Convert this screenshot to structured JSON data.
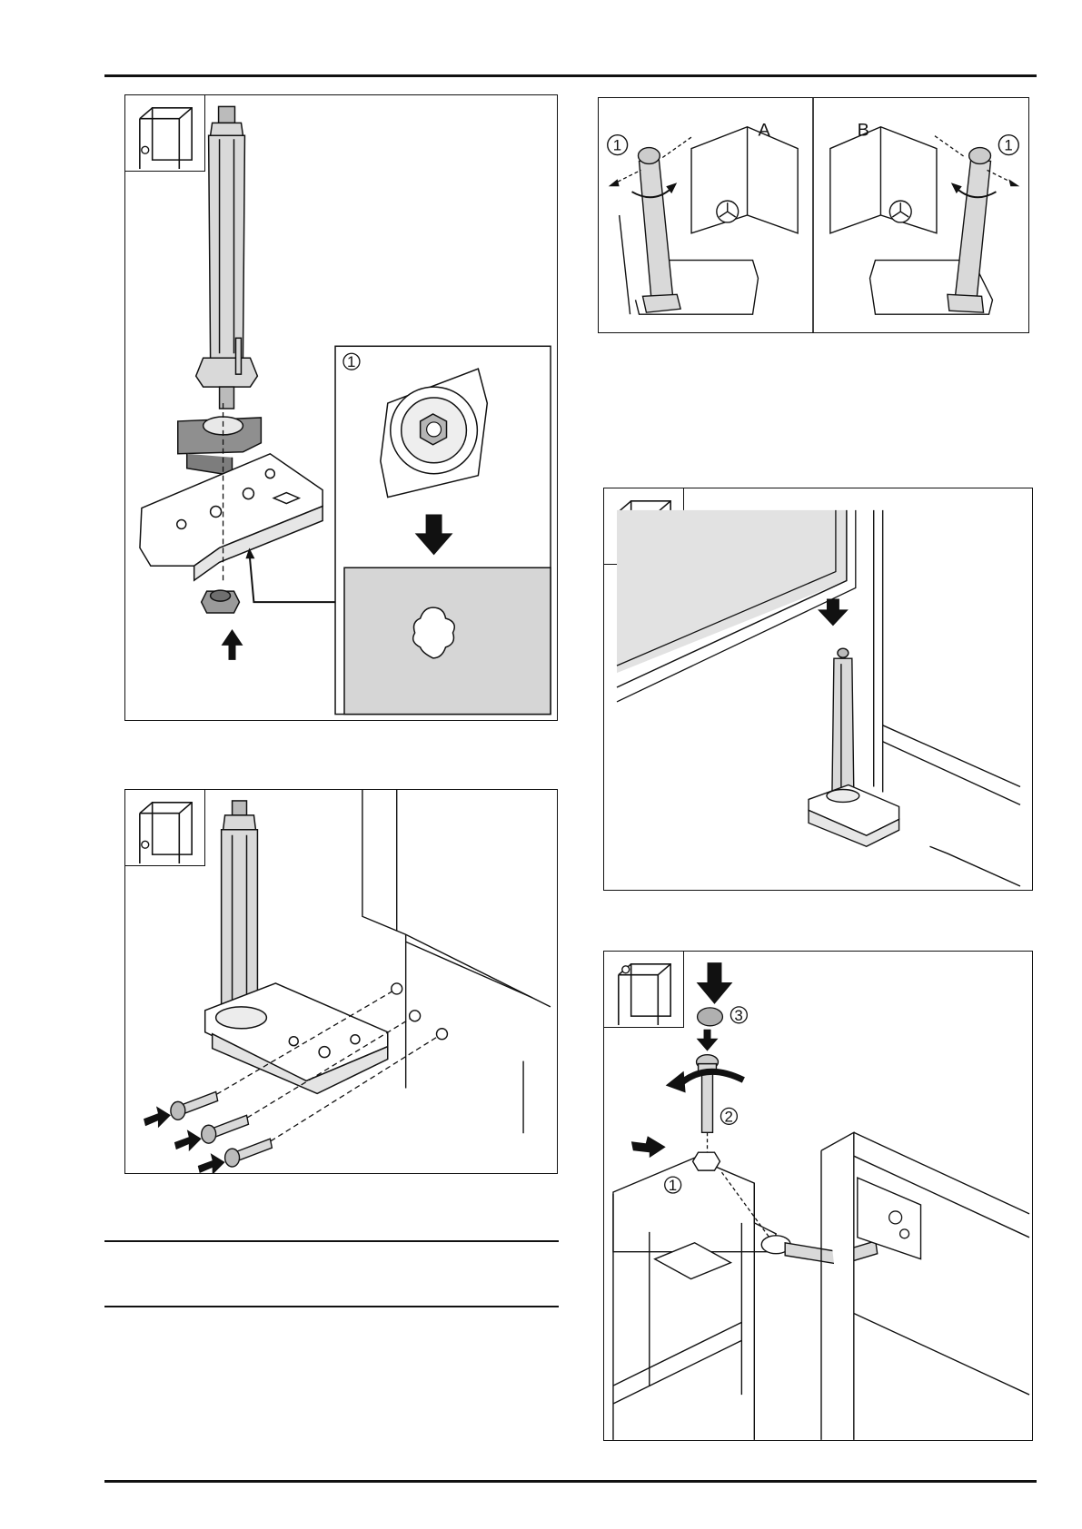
{
  "figure_a": {
    "callout_1": "1"
  },
  "figure_c": {
    "variant_a": "A",
    "variant_b": "B",
    "callout_left": "1",
    "callout_right": "1"
  },
  "figure_e": {
    "callout_1": "1",
    "callout_2": "2",
    "callout_3": "3"
  },
  "colors": {
    "line": "#111111",
    "part_fill": "#d9d9d9",
    "dark_part": "#9a9a9a",
    "screen_fill": "#e2e2e2"
  },
  "icons": [
    "cabinet-corner-icon",
    "down-arrow-icon",
    "up-arrow-icon",
    "rotate-arrow-icon"
  ]
}
